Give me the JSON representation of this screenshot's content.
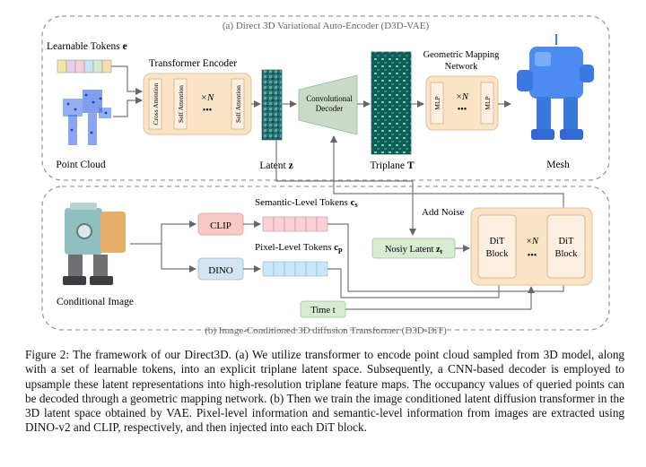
{
  "vae": {
    "title": "(a) Direct 3D Variational Auto-Encoder (D3D-VAE)",
    "learnable_tokens_label": "Learnable Tokens",
    "learnable_tokens_symbol": "e",
    "point_cloud_label": "Point Cloud",
    "transformer_encoder_label": "Transformer Encoder",
    "cross_attention_label": "Cross Attention",
    "self_attention_label": "Self Attention",
    "self_attention_label_2": "Self Attention",
    "times_n": "×N",
    "dots": "•••",
    "latent_label": "Latent",
    "latent_symbol": "z",
    "conv_decoder_line1": "Convolutional",
    "conv_decoder_line2": "Decoder",
    "triplane_label": "Triplane",
    "triplane_symbol": "T",
    "gmn_line1": "Geometric Mapping",
    "gmn_line2": "Network",
    "mlp_label": "MLP",
    "mlp_label_2": "MLP",
    "mesh_label": "Mesh"
  },
  "dit": {
    "title": "(b) Image-Conditioned 3D diffusion Transformer (D3D-DiT)",
    "conditional_image_label": "Conditional Image",
    "clip_label": "CLIP",
    "dino_label": "DINO",
    "semantic_tokens_label": "Semantic-Level Tokens",
    "semantic_tokens_symbol": "c",
    "semantic_tokens_sub": "s",
    "pixel_tokens_label": "Pixel-Level Tokens",
    "pixel_tokens_symbol": "c",
    "pixel_tokens_sub": "p",
    "add_noise_label": "Add Noise",
    "noisy_latent_label": "Nosiy Latent",
    "noisy_latent_symbol": "z",
    "noisy_latent_sub": "t",
    "time_label": "Time t",
    "dit_block_line1": "DiT",
    "dit_block_line2": "Block",
    "dit_block2_line1": "DiT",
    "dit_block2_line2": "Block",
    "times_n": "×N",
    "dots": "•••"
  },
  "caption": {
    "line1": "Figure 2: The framework of our Direct3D. (a) We utilize transformer to encode point cloud sampled from 3D",
    "line2": "model, along with a set of learnable tokens, into an explicit triplane latent space. Subsequently, a CNN-based",
    "line3": "decoder is employed to upsample these latent representations into high-resolution triplane feature maps. The",
    "line4": "occupancy values of queried points can be decoded through a geometric mapping network. (b) Then we train the",
    "line5": "image conditioned latent diffusion transformer in the 3D latent space obtained by VAE. Pixel-level information",
    "line6": "and semantic-level information from images are extracted using DINO-v2 and CLIP, respectively, and then",
    "line7": "injected into each DiT block."
  },
  "colors": {
    "encoder_fill": "#fbe3c6",
    "clip_fill": "#f8c9c6",
    "dino_fill": "#d3e4f3",
    "noisy_fill": "#d8ecd2",
    "mlp_fill": "#fbe3c6",
    "conv_fill": "#c9dbc8",
    "token_pink": "#f9d0d6",
    "token_blue": "#c8e6f7",
    "border_gray": "#9a9a9a"
  }
}
